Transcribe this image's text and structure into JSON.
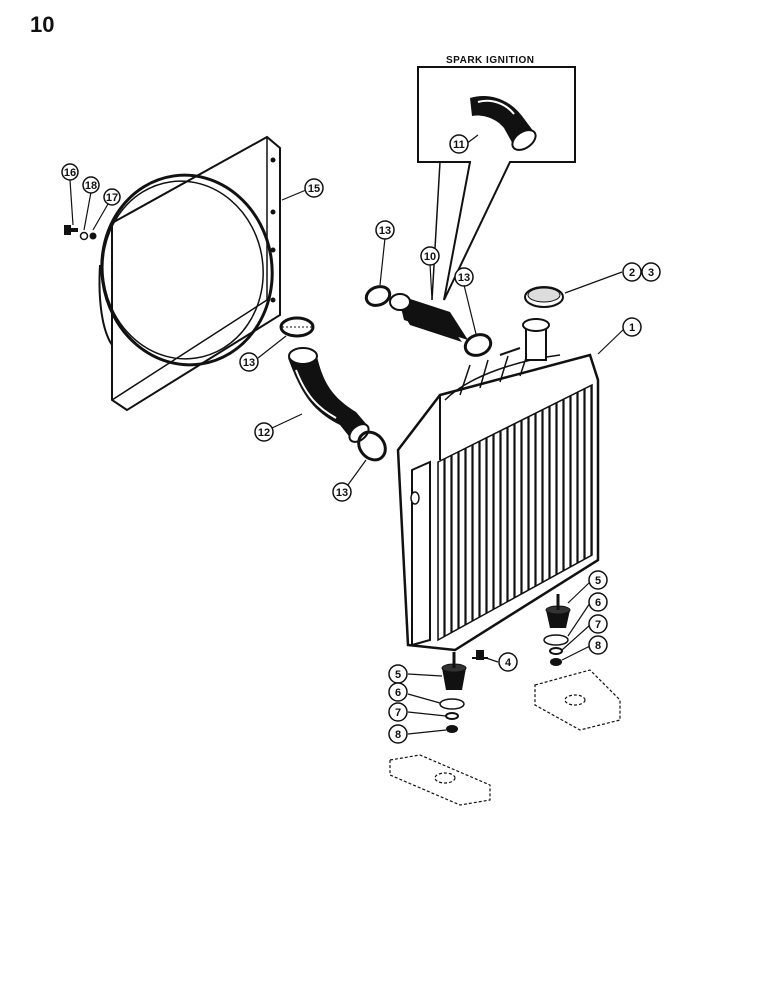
{
  "page_number": "10",
  "inset": {
    "title": "SPARK IGNITION"
  },
  "callouts": {
    "c1": "1",
    "c2": "2",
    "c3": "3",
    "c4": "4",
    "c5a": "5",
    "c5b": "5",
    "c6a": "6",
    "c6b": "6",
    "c7a": "7",
    "c7b": "7",
    "c8a": "8",
    "c8b": "8",
    "c10": "10",
    "c11": "11",
    "c12": "12",
    "c13a": "13",
    "c13b": "13",
    "c13c": "13",
    "c13d": "13",
    "c15": "15",
    "c16": "16",
    "c17": "17",
    "c18": "18"
  }
}
